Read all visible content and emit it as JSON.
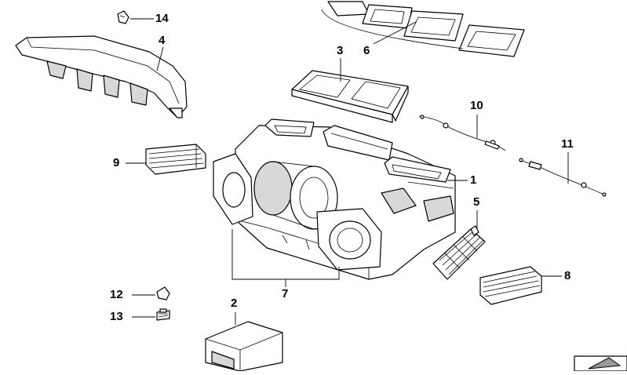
{
  "diagram": {
    "callouts": [
      {
        "id": "14",
        "label": "14"
      },
      {
        "id": "4",
        "label": "4"
      },
      {
        "id": "3",
        "label": "3"
      },
      {
        "id": "6",
        "label": "6"
      },
      {
        "id": "10",
        "label": "10"
      },
      {
        "id": "11",
        "label": "11"
      },
      {
        "id": "9",
        "label": "9"
      },
      {
        "id": "1",
        "label": "1"
      },
      {
        "id": "5",
        "label": "5"
      },
      {
        "id": "8",
        "label": "8"
      },
      {
        "id": "7",
        "label": "7"
      },
      {
        "id": "12",
        "label": "12"
      },
      {
        "id": "13",
        "label": "13"
      },
      {
        "id": "2",
        "label": "2"
      }
    ],
    "line_color": "#000000",
    "fill_color": "#ffffff",
    "shade_color": "#d8d8d8"
  }
}
